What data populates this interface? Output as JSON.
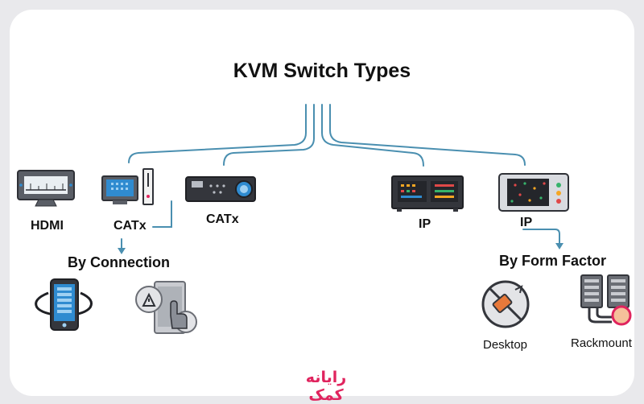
{
  "title": "KVM Switch Types",
  "devices": [
    {
      "label": "HDMI",
      "icon": "monitor-icon"
    },
    {
      "label": "CATx",
      "icon": "computer-tower-icon"
    },
    {
      "label": "CATx",
      "icon": "projector-icon"
    },
    {
      "label": "IP",
      "icon": "rack-switch-icon"
    },
    {
      "label": "IP",
      "icon": "control-panel-icon"
    }
  ],
  "groups": {
    "connection": {
      "label": "By Connection",
      "icons": [
        "mobile-phone-icon",
        "touch-tablet-icon"
      ]
    },
    "form_factor": {
      "label": "By Form Factor",
      "items": [
        {
          "label": "Desktop",
          "icon": "no-desktop-icon"
        },
        {
          "label": "Rackmount",
          "icon": "rackmount-server-icon"
        }
      ]
    }
  },
  "logo_text": "رایانه کمک",
  "colors": {
    "line": "#4a8fb0",
    "arrow": "#4a8fb0",
    "logo": "#e0245e",
    "device_dark": "#2f3137",
    "screen_blue": "#2f8bd0"
  }
}
